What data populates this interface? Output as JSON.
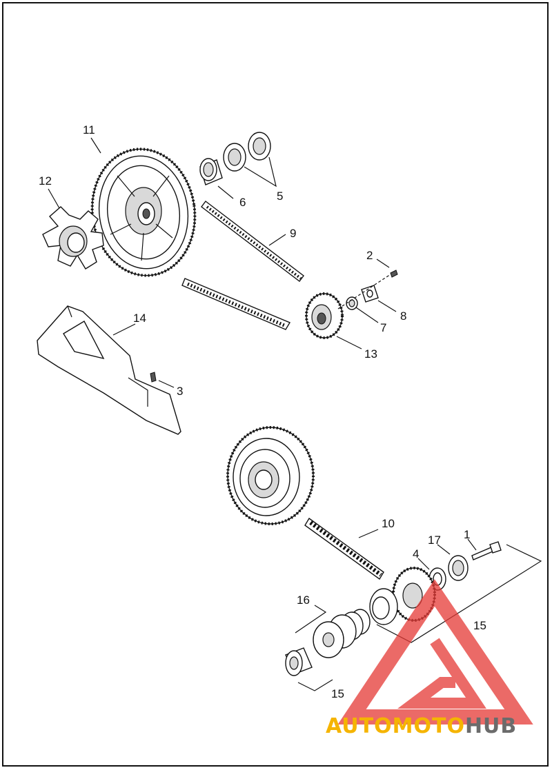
{
  "callouts": [
    "1",
    "2",
    "3",
    "4",
    "5",
    "6",
    "7",
    "8",
    "9",
    "10",
    "11",
    "12",
    "13",
    "14",
    "15",
    "16",
    "17"
  ],
  "labels": {
    "c11": "11",
    "c12": "12",
    "c6": "6",
    "c5": "5",
    "c9": "9",
    "c2": "2",
    "c8": "8",
    "c7": "7",
    "c13": "13",
    "c14": "14",
    "c3": "3",
    "c10": "10",
    "c1": "1",
    "c17": "17",
    "c4": "4",
    "c16": "16",
    "c15a": "15",
    "c15b": "15"
  },
  "watermark": {
    "part1": "AUTO",
    "part2": "MOTO",
    "part3": "HUB",
    "colors": {
      "triangle": "#e53935",
      "auto": "#f5b400",
      "hub": "#6b6b6b"
    }
  }
}
